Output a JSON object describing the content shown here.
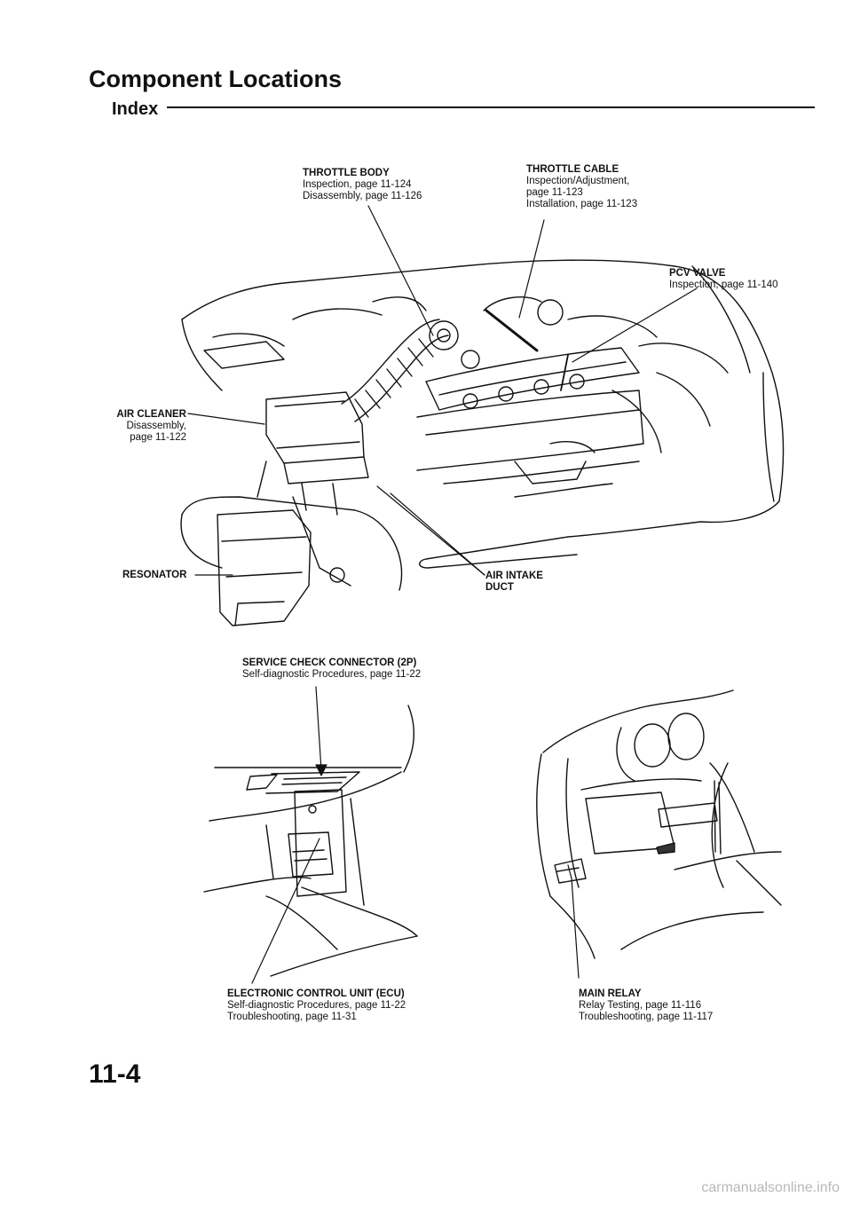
{
  "header": {
    "title": "Component Locations",
    "section": "Index"
  },
  "callouts": {
    "throttle_body": {
      "title": "THROTTLE BODY",
      "lines": [
        "Inspection, page 11-124",
        "Disassembly, page 11-126"
      ]
    },
    "throttle_cable": {
      "title": "THROTTLE CABLE",
      "lines": [
        "Inspection/Adjustment,",
        "page 11-123",
        "Installation, page 11-123"
      ]
    },
    "pcv_valve": {
      "title": "PCV VALVE",
      "lines": [
        "Inspection, page 11-140"
      ]
    },
    "air_cleaner": {
      "title": "AIR CLEANER",
      "lines": [
        "Disassembly,",
        "page 11-122"
      ]
    },
    "resonator": {
      "title": "RESONATOR"
    },
    "air_intake_duct": {
      "title": "AIR INTAKE",
      "title2": "DUCT"
    },
    "service_check_connector": {
      "title": "SERVICE CHECK CONNECTOR (2P)",
      "lines": [
        "Self-diagnostic Procedures, page 11-22"
      ]
    },
    "ecu": {
      "title": "ELECTRONIC CONTROL UNIT (ECU)",
      "lines": [
        "Self-diagnostic Procedures, page 11-22",
        "Troubleshooting, page 11-31"
      ]
    },
    "main_relay": {
      "title": "MAIN RELAY",
      "lines": [
        "Relay Testing, page 11-116",
        "Troubleshooting, page 11-117"
      ]
    }
  },
  "footer": {
    "page_number": "11-4",
    "watermark": "carmanualsonline.info"
  }
}
